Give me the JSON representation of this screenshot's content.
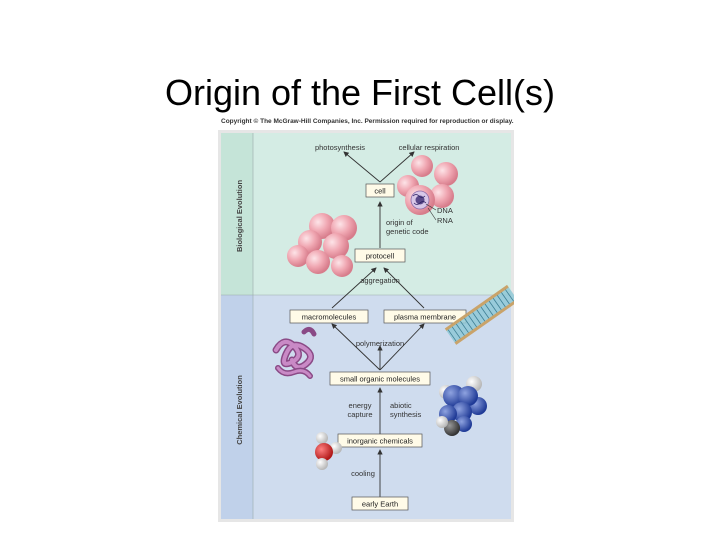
{
  "slide": {
    "title": "Origin of the First Cell(s)",
    "copyright": "Copyright © The McGraw-Hill Companies, Inc. Permission required for reproduction or display."
  },
  "sections": {
    "biological": "Biological Evolution",
    "chemical": "Chemical Evolution"
  },
  "labels": {
    "photosynthesis": "photosynthesis",
    "cellular_respiration": "cellular respiration",
    "cell": "cell",
    "dna": "DNA",
    "rna": "RNA",
    "origin_of_genetic_code_1": "origin of",
    "origin_of_genetic_code_2": "genetic code",
    "protocell": "protocell",
    "aggregation": "aggregation",
    "macromolecules": "macromolecules",
    "plasma_membrane": "plasma membrane",
    "polymerization": "polymerization",
    "small_organic_molecules": "small organic molecules",
    "energy_capture_1": "energy",
    "energy_capture_2": "capture",
    "abiotic_synthesis_1": "abiotic",
    "abiotic_synthesis_2": "synthesis",
    "inorganic_chemicals": "inorganic chemicals",
    "cooling": "cooling",
    "early_earth": "early Earth"
  },
  "colors": {
    "biological_bg": "#d4ece4",
    "chemical_bg": "#cfdcee",
    "box_fill": "#fffbe8",
    "sphere_pink": "#f0a7b2",
    "arrow": "#333333"
  }
}
